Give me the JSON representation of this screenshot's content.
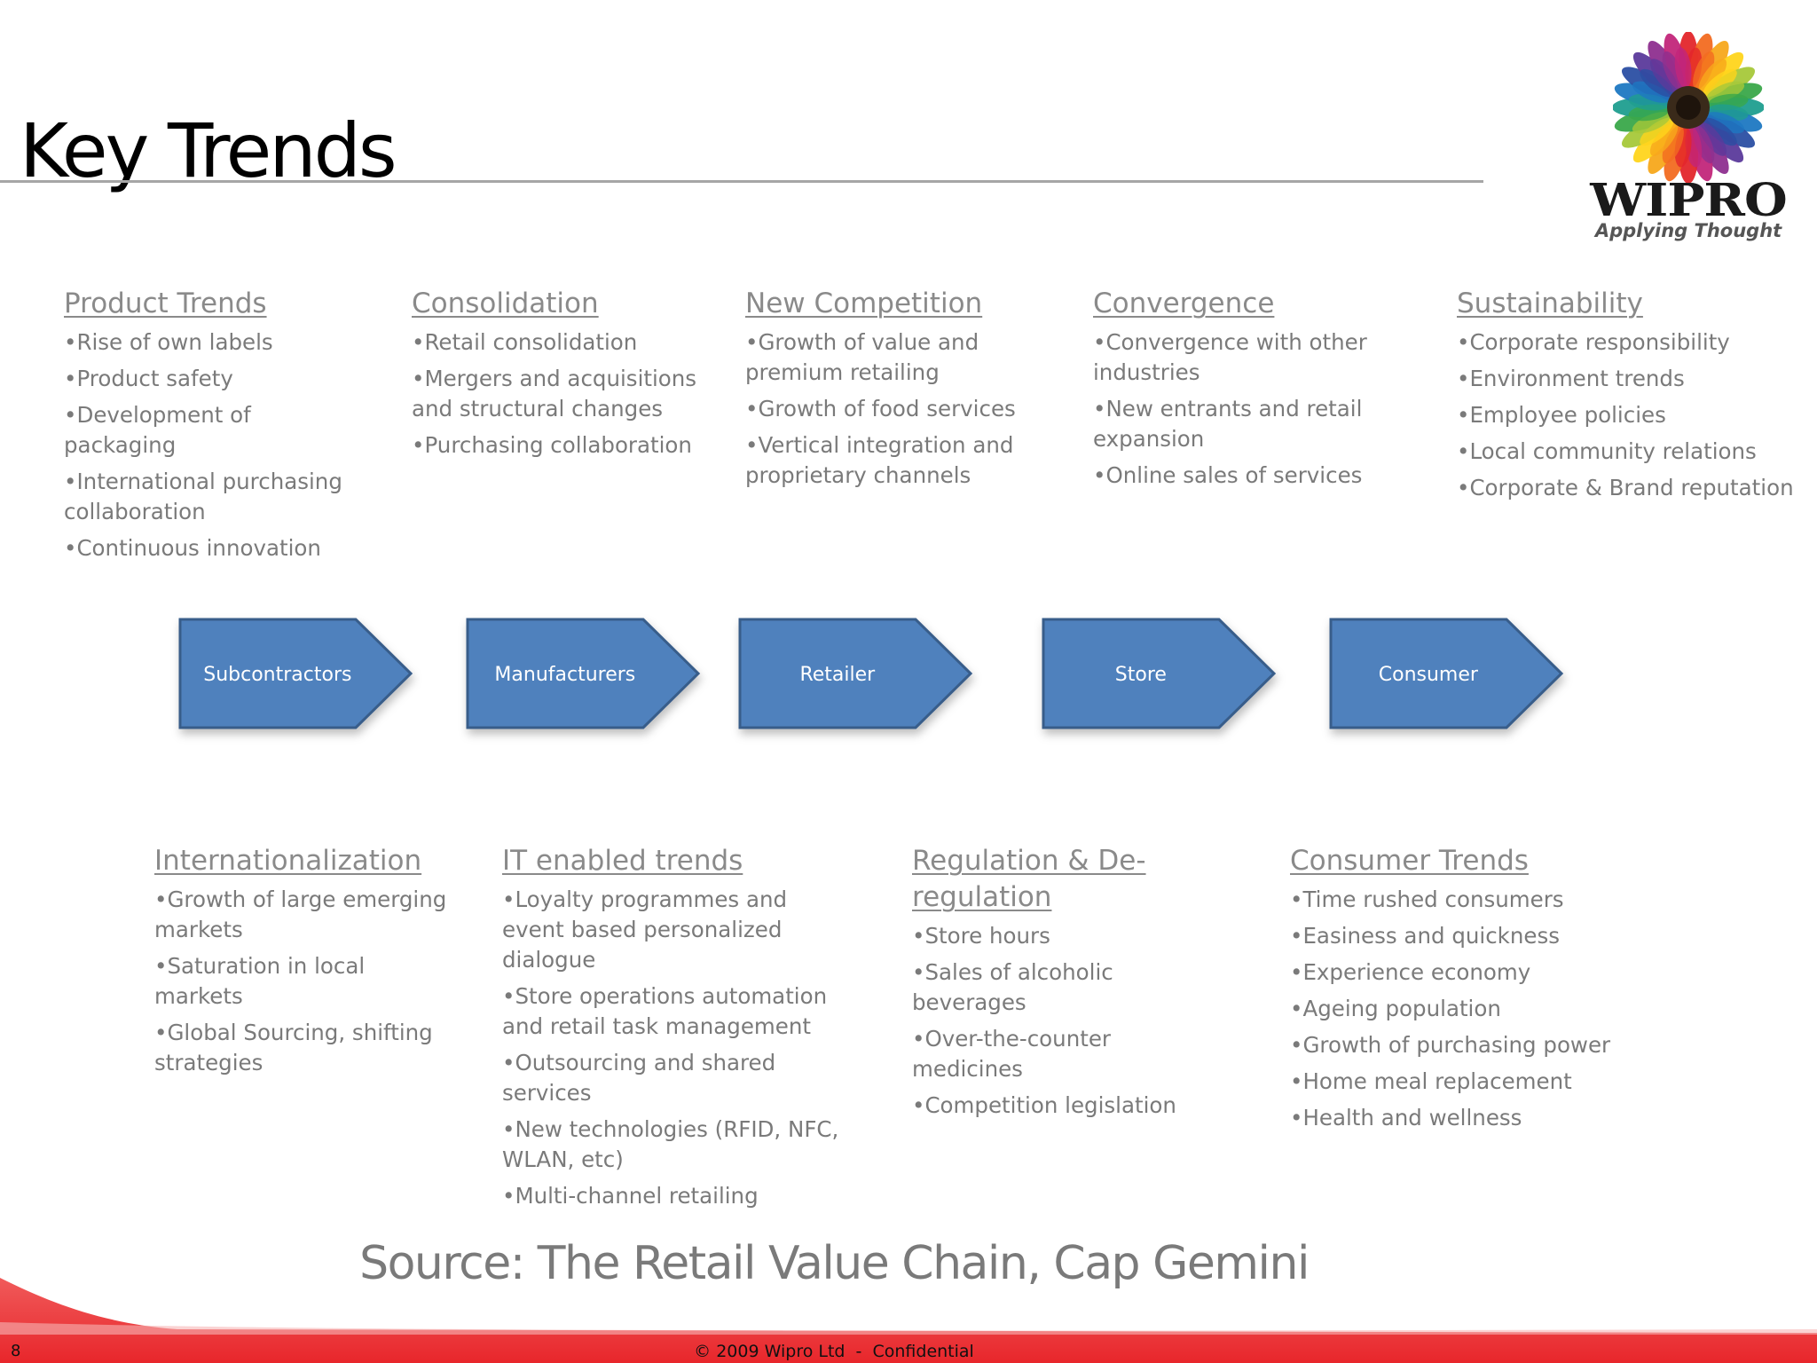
{
  "slide": {
    "title": "Key Trends",
    "source": "Source: The Retail Value Chain, Cap Gemini",
    "page_number": "8",
    "footer": "© 2009 Wipro Ltd  -  Confidential"
  },
  "logo": {
    "icon": "sunflower-logo-icon",
    "wordmark": "WIPRO",
    "tagline": "Applying Thought"
  },
  "top_columns": [
    {
      "heading": "Product Trends",
      "items": [
        "•Rise of own labels",
        "•Product safety",
        "•Development of packaging",
        "•International purchasing collaboration",
        "•Continuous innovation"
      ]
    },
    {
      "heading": "Consolidation",
      "items": [
        "•Retail consolidation",
        "•Mergers and acquisitions and structural changes",
        "•Purchasing collaboration"
      ]
    },
    {
      "heading": "New Competition",
      "items": [
        "•Growth of value and premium retailing",
        "•Growth of food services",
        "•Vertical integration and proprietary channels"
      ]
    },
    {
      "heading": "Convergence",
      "items": [
        "•Convergence with other industries",
        "•New entrants and retail expansion",
        "•Online sales of services"
      ]
    },
    {
      "heading": "Sustainability",
      "items": [
        "•Corporate responsibility",
        "•Environment trends",
        "•Employee policies",
        "•Local community relations",
        "•Corporate & Brand reputation"
      ]
    }
  ],
  "value_chain": {
    "fill": "#4f81bd",
    "stroke": "#385d8a",
    "steps": [
      "Subcontractors",
      "Manufacturers",
      "Retailer",
      "Store",
      "Consumer"
    ]
  },
  "bottom_columns": [
    {
      "heading": "Internationalization",
      "items": [
        "•Growth of large emerging markets",
        "•Saturation in local markets",
        "•Global Sourcing, shifting strategies"
      ]
    },
    {
      "heading": "IT enabled trends",
      "items": [
        "•Loyalty programmes and event based personalized dialogue",
        "•Store operations automation and retail task management",
        "•Outsourcing and shared services",
        "•New technologies (RFID, NFC, WLAN, etc)",
        "•Multi-channel retailing"
      ]
    },
    {
      "heading": "Regulation & De-regulation",
      "items": [
        "•Store hours",
        "•Sales of alcoholic beverages",
        "•Over-the-counter medicines",
        "•Competition legislation"
      ]
    },
    {
      "heading": "Consumer Trends",
      "items": [
        "•Time rushed consumers",
        "•Easiness and quickness",
        "•Experience economy",
        "•Ageing population",
        "•Growth of purchasing power",
        "•Home meal replacement",
        "•Health and wellness"
      ]
    }
  ],
  "colors": {
    "text_gray": "#7a7a7a",
    "footer_red": "#e8262b",
    "title_rule": "#a6a6a6"
  }
}
